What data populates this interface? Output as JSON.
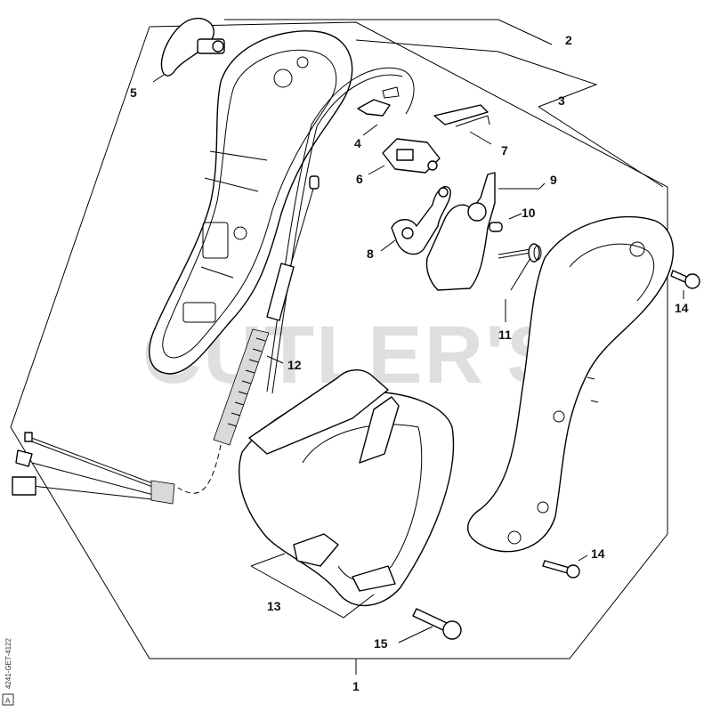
{
  "watermark": "CUTLER'S",
  "document_code": "4241-GET-4122",
  "scale_mark": "A",
  "callouts": [
    {
      "id": "c1",
      "label": "1"
    },
    {
      "id": "c2",
      "label": "2"
    },
    {
      "id": "c3",
      "label": "3"
    },
    {
      "id": "c4",
      "label": "4"
    },
    {
      "id": "c5",
      "label": "5"
    },
    {
      "id": "c6",
      "label": "6"
    },
    {
      "id": "c7",
      "label": "7"
    },
    {
      "id": "c8",
      "label": "8"
    },
    {
      "id": "c9",
      "label": "9"
    },
    {
      "id": "c10",
      "label": "10"
    },
    {
      "id": "c11",
      "label": "11"
    },
    {
      "id": "c12",
      "label": "12"
    },
    {
      "id": "c13",
      "label": "13"
    },
    {
      "id": "c14a",
      "label": "14"
    },
    {
      "id": "c14b",
      "label": "14"
    },
    {
      "id": "c15",
      "label": "15"
    }
  ]
}
